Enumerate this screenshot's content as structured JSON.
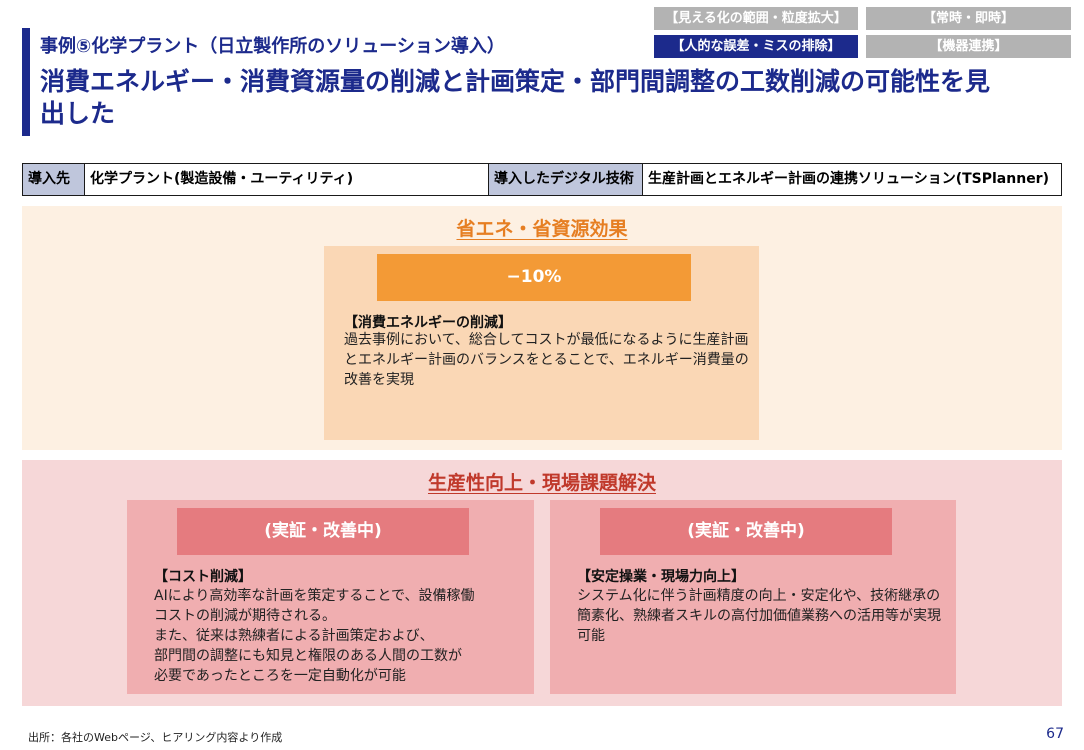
{
  "header": {
    "subtitle": "事例⑤化学プラント（日立製作所のソリューション導入）",
    "title": "消費エネルギー・消費資源量の削減と計画策定・部門間調整の工数削減の可能性を見出した"
  },
  "tags": [
    {
      "label": "【見える化の範囲・粒度拡大】",
      "active": false
    },
    {
      "label": "【常時・即時】",
      "active": false
    },
    {
      "label": "【人的な誤差・ミスの排除】",
      "active": true
    },
    {
      "label": "【機器連携】",
      "active": false
    }
  ],
  "info": {
    "label1": "導入先",
    "value1": "化学プラント(製造設備・ユーティリティ)",
    "label2": "導入したデジタル技術",
    "value2": "生産計画とエネルギー計画の連携ソリューション(TSPlanner)"
  },
  "section1": {
    "title": "省エネ・省資源効果",
    "card": {
      "badge": "−10%",
      "heading": "【消費エネルギーの削減】",
      "body": "過去事例において、総合してコストが最低になるように生産計画とエネルギー計画のバランスをとることで、エネルギー消費量の改善を実現"
    }
  },
  "section2": {
    "title": "生産性向上・現場課題解決",
    "cards": [
      {
        "badge": "(実証・改善中)",
        "heading": "【コスト削減】",
        "body": "AIにより高効率な計画を策定することで、設備稼働\nコストの削減が期待される。\nまた、従来は熟練者による計画策定および、\n部門間の調整にも知見と権限のある人間の工数が\n必要であったところを一定自動化が可能"
      },
      {
        "badge": "(実証・改善中)",
        "heading": "【安定操業・現場力向上】",
        "body": "システム化に伴う計画精度の向上・安定化や、技術継承の簡素化、熟練者スキルの高付加価値業務への活用等が実現可能"
      }
    ]
  },
  "footer": {
    "source": "出所：各社のWebページ、ヒアリング内容より作成",
    "page": "67"
  }
}
